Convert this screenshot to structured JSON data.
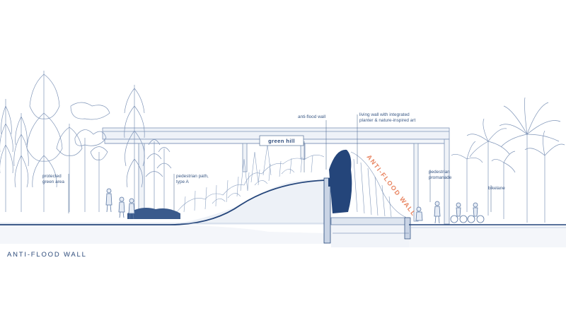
{
  "diagram": {
    "title": "ANTI-FLOOD WALL",
    "wall_text": "ANTI-FLOOD WALL",
    "labels": {
      "green_hill": "green hill",
      "anti_flood_wall": "anti-flood wall",
      "living_wall_1": "living wall with integrated",
      "living_wall_2": "planter & nature-inspired art",
      "protected_1": "protected",
      "protected_2": "green area",
      "ped_path_1": "pedestrian path,",
      "ped_path_2": "type A",
      "promenade_1": "pedestrian",
      "promenade_2": "promanade",
      "bikelane": "bikelane"
    },
    "colors": {
      "line": "#5a77a3",
      "light_line": "#9fb2cf",
      "dark": "#24457a",
      "accent": "#e8835f",
      "fill_light": "#e6ecf5"
    }
  }
}
